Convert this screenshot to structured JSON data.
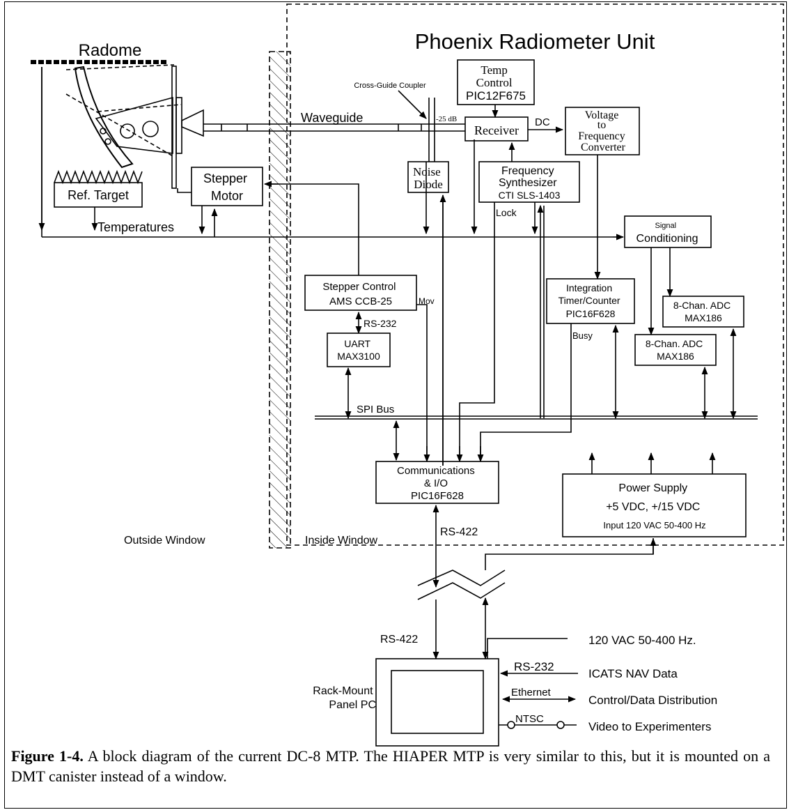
{
  "diagram": {
    "title": "Phoenix Radiometer Unit",
    "radome": "Radome",
    "cross_guide_coupler": "Cross-Guide Coupler",
    "coupling_db": "-25 dB",
    "waveguide": "Waveguide",
    "ref_target": "Ref. Target",
    "stepper_motor": [
      "Stepper",
      "Motor"
    ],
    "temperatures": "Temperatures",
    "temp_control": [
      "Temp",
      "Control",
      "PIC12F675"
    ],
    "receiver": "Receiver",
    "dc": "DC",
    "v2f": [
      "Voltage",
      "to",
      "Frequency",
      "Converter"
    ],
    "noise_diode": [
      "Noise",
      "Diode"
    ],
    "freq_synth": [
      "Frequency",
      "Synthesizer",
      "CTI SLS-1403"
    ],
    "lock": "Lock",
    "signal_conditioning": [
      "Signal",
      "Conditioning"
    ],
    "stepper_control": [
      "Stepper Control",
      "AMS CCB-25"
    ],
    "mov": "Mov",
    "rs232_internal": "RS-232",
    "uart": [
      "UART",
      "MAX3100"
    ],
    "integration": [
      "Integration",
      "Timer/Counter",
      "PIC16F628"
    ],
    "busy": "Busy",
    "adc_1": [
      "8-Chan. ADC",
      "MAX186"
    ],
    "adc_2": [
      "8-Chan. ADC",
      "MAX186"
    ],
    "spi_bus": "SPI Bus",
    "comms": [
      "Communications",
      "& I/O",
      "PIC16F628"
    ],
    "power_supply": [
      "Power Supply",
      "+5 VDC, +/15 VDC",
      "Input 120 VAC 50-400 Hz"
    ],
    "outside_window": "Outside Window",
    "inside_window": "Inside Window",
    "rs422_top": "RS-422",
    "rs422_bottom": "RS-422",
    "panel_pc": [
      "Rack-Mount",
      "Panel PC"
    ],
    "rs232_external": "RS-232",
    "ethernet": "Ethernet",
    "ntsc": "NTSC",
    "power_in": "120 VAC 50-400 Hz.",
    "icats": "ICATS NAV Data",
    "control_data": "Control/Data Distribution",
    "video": "Video to Experimenters"
  },
  "caption": {
    "label": "Figure 1-4.",
    "text": " A block diagram of the current DC-8 MTP. The HIAPER MTP is very similar to this, but it is mounted on a DMT canister instead of a window."
  }
}
